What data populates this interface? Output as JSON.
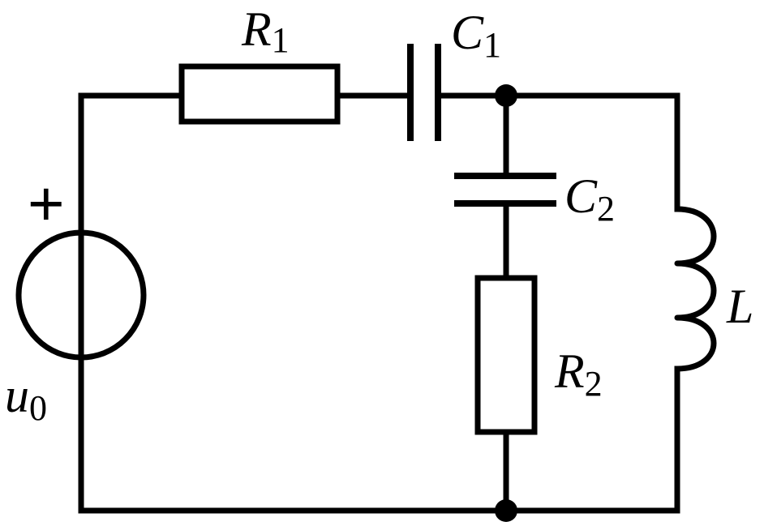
{
  "components": {
    "source": {
      "symbol": "u",
      "sub": "0",
      "polarity": "+"
    },
    "resistor1": {
      "symbol": "R",
      "sub": "1"
    },
    "capacitor1": {
      "symbol": "C",
      "sub": "1"
    },
    "capacitor2": {
      "symbol": "C",
      "sub": "2"
    },
    "resistor2": {
      "symbol": "R",
      "sub": "2"
    },
    "inductor": {
      "symbol": "L"
    }
  },
  "colors": {
    "stroke": "#000000",
    "background": "#ffffff"
  }
}
